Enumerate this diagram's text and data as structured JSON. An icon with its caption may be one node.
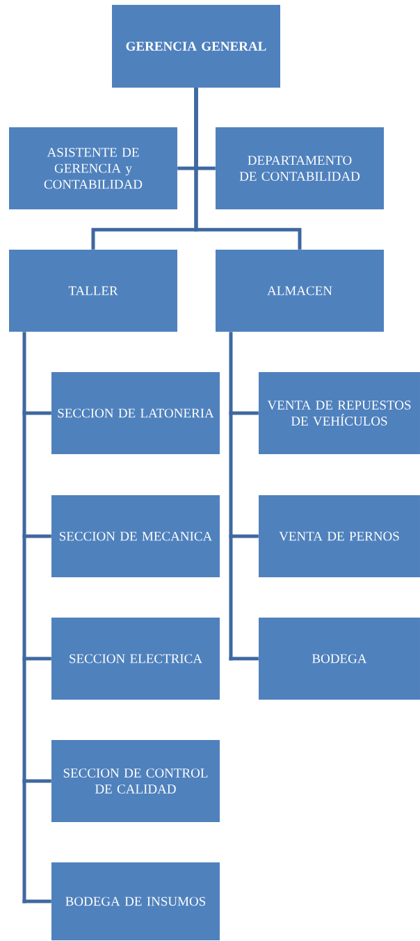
{
  "diagram": {
    "nodes": [
      {
        "text": [
          "GERENCIA GENERAL"
        ]
      },
      {
        "text": [
          "ASISTENTE DE GERENCIA y CONTABILIDAD"
        ]
      },
      {
        "text": [
          "DEPARTAMENTO DE CONTABILIDAD"
        ]
      },
      {
        "text": [
          "TALLER"
        ]
      },
      {
        "text": [
          "ALMACEN"
        ]
      },
      {
        "text": [
          "SECCION DE LATONERIA"
        ]
      },
      {
        "text": [
          "SECCION DE MECANICA"
        ]
      },
      {
        "text": [
          "SECCION ELECTRICA"
        ]
      },
      {
        "text": [
          "SECCION DE CONTROL DE CALIDAD"
        ]
      },
      {
        "text": [
          "BODEGA DE INSUMOS"
        ]
      },
      {
        "text": [
          "VENTA DE REPUESTOS DE VEHÍCULOS"
        ]
      },
      {
        "text": [
          "VENTA DE PERNOS"
        ]
      },
      {
        "text": [
          "BODEGA"
        ]
      }
    ],
    "edges": [
      {
        "from": 0,
        "to": 1,
        "arrow": "none"
      },
      {
        "from": 0,
        "to": 2,
        "arrow": "none"
      },
      {
        "from": 0,
        "to": 3,
        "arrow": "none"
      },
      {
        "from": 0,
        "to": 4,
        "arrow": "none"
      },
      {
        "from": 3,
        "to": 5,
        "arrow": "none"
      },
      {
        "from": 3,
        "to": 6,
        "arrow": "none"
      },
      {
        "from": 3,
        "to": 7,
        "arrow": "none"
      },
      {
        "from": 3,
        "to": 8,
        "arrow": "none"
      },
      {
        "from": 3,
        "to": 9,
        "arrow": "none"
      },
      {
        "from": 4,
        "to": 10,
        "arrow": "none"
      },
      {
        "from": 4,
        "to": 11,
        "arrow": "none"
      },
      {
        "from": 4,
        "to": 12,
        "arrow": "none"
      }
    ]
  }
}
